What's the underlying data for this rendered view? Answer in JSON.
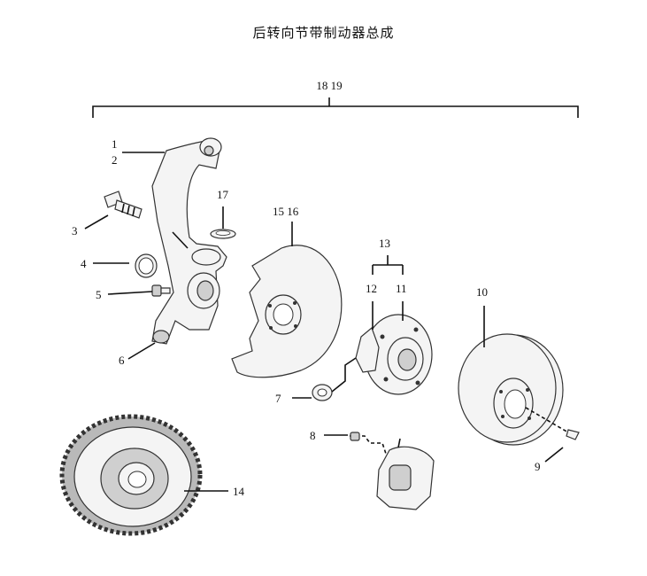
{
  "title": "后转向节带制动器总成",
  "labels": {
    "assembly": "18  19",
    "l1": "1",
    "l2": "2",
    "l3": "3",
    "l4": "4",
    "l5": "5",
    "l6": "6",
    "l7": "7",
    "l8": "8",
    "l9": "9",
    "l10": "10",
    "l11": "11",
    "l12": "12",
    "l13": "13",
    "l14": "14",
    "l15_16": "15  16",
    "l17": "17"
  }
}
